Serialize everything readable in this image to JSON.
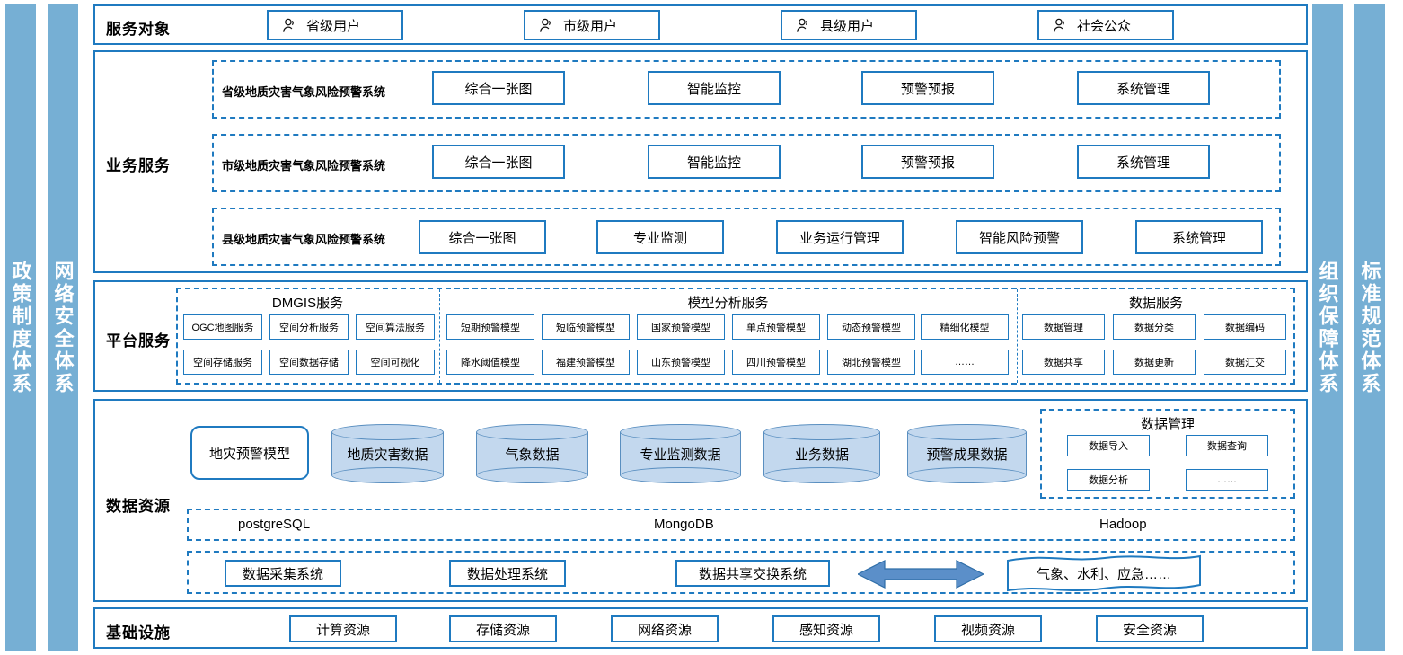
{
  "side_bands": {
    "left": [
      {
        "name": "policy-system",
        "label": "政策制度体系"
      },
      {
        "name": "network-security-system",
        "label": "网络安全体系"
      }
    ],
    "right": [
      {
        "name": "organization-guarantee-system",
        "label": "组织保障体系"
      },
      {
        "name": "standard-specification-system",
        "label": "标准规范体系"
      }
    ],
    "color": "#76afd4"
  },
  "service_targets": {
    "section_label": "服务对象",
    "items": [
      {
        "icon": "user-icon",
        "label": "省级用户"
      },
      {
        "icon": "user-icon",
        "label": "市级用户"
      },
      {
        "icon": "user-icon",
        "label": "县级用户"
      },
      {
        "icon": "user-icon",
        "label": "社会公众"
      }
    ]
  },
  "business_services": {
    "section_label": "业务服务",
    "rows": [
      {
        "system": "省级地质灾害气象风险预警系统",
        "modules": [
          "综合一张图",
          "智能监控",
          "预警预报",
          "系统管理"
        ]
      },
      {
        "system": "市级地质灾害气象风险预警系统",
        "modules": [
          "综合一张图",
          "智能监控",
          "预警预报",
          "系统管理"
        ]
      },
      {
        "system": "县级地质灾害气象风险预警系统",
        "modules": [
          "综合一张图",
          "专业监测",
          "业务运行管理",
          "智能风险预警",
          "系统管理"
        ]
      }
    ]
  },
  "platform_services": {
    "section_label": "平台服务",
    "groups": [
      {
        "title": "DMGIS服务",
        "items": [
          "OGC地图服务",
          "空间分析服务",
          "空间算法服务",
          "空间存储服务",
          "空间数据存储",
          "空间可视化"
        ]
      },
      {
        "title": "模型分析服务",
        "items": [
          "短期预警模型",
          "短临预警模型",
          "国家预警模型",
          "单点预警模型",
          "动态预警模型",
          "精细化模型",
          "降水阈值模型",
          "福建预警模型",
          "山东预警模型",
          "四川预警模型",
          "湖北预警模型",
          "……"
        ]
      },
      {
        "title": "数据服务",
        "items": [
          "数据管理",
          "数据分类",
          "数据编码",
          "数据共享",
          "数据更新",
          "数据汇交"
        ]
      }
    ]
  },
  "data_resources": {
    "section_label": "数据资源",
    "model_box": "地灾预警模型",
    "cylinders": [
      "地质灾害数据",
      "气象数据",
      "专业监测数据",
      "业务数据",
      "预警成果数据"
    ],
    "data_management": {
      "title": "数据管理",
      "items": [
        "数据导入",
        "数据查询",
        "数据分析",
        "……"
      ]
    },
    "databases": [
      "postgreSQL",
      "MongoDB",
      "Hadoop"
    ],
    "pipeline": {
      "systems": [
        "数据采集系统",
        "数据处理系统",
        "数据共享交换系统"
      ],
      "arrow": "double-arrow-icon",
      "external": "气象、水利、应急……"
    }
  },
  "infrastructure": {
    "section_label": "基础设施",
    "items": [
      "计算资源",
      "存储资源",
      "网络资源",
      "感知资源",
      "视频资源",
      "安全资源"
    ]
  },
  "colors": {
    "accent": "#1f7ac0",
    "band": "#76afd4",
    "cylinder_fill": "#c3d8ee",
    "cylinder_stroke": "#5a8fc0",
    "arrow_fill": "#5b8fc9"
  }
}
